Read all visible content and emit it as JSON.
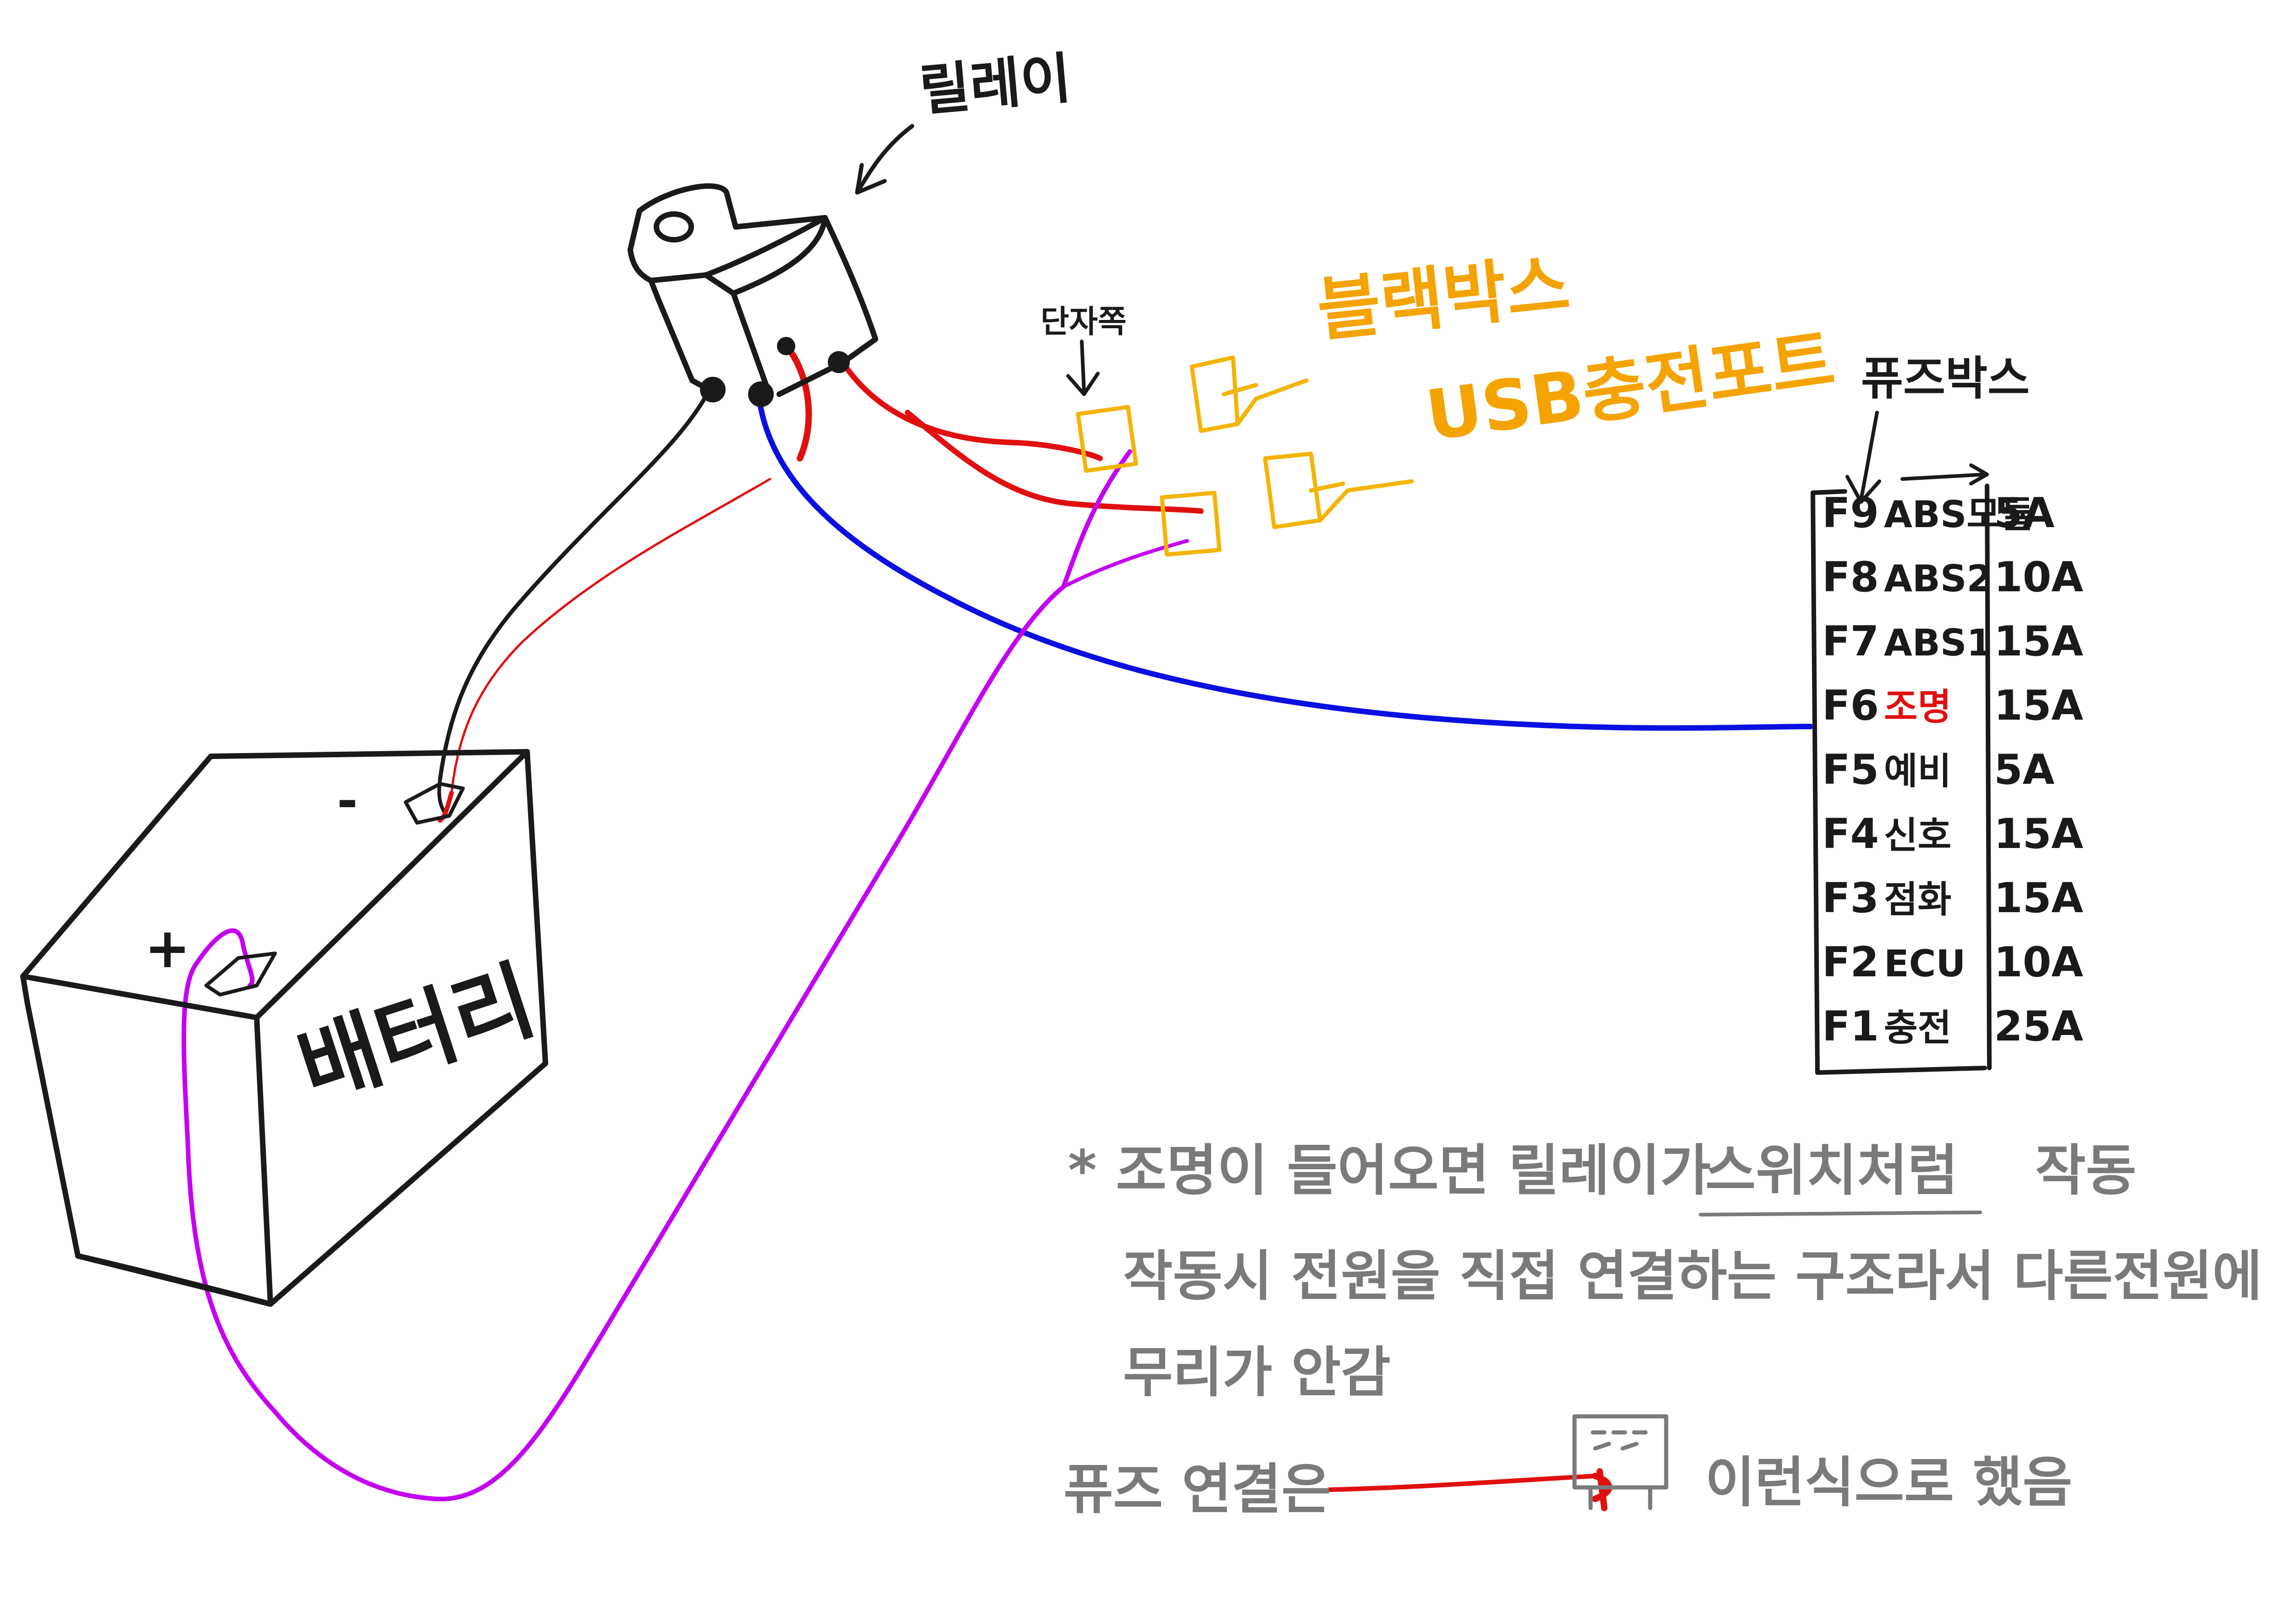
{
  "colors": {
    "wire_black": "#1a1a1a",
    "wire_red": "#e01010",
    "wire_blue": "#0a10e0",
    "wire_purple": "#c400f0",
    "label_orange": "#f4a300",
    "note_gray": "#7a7a7a",
    "box_yellow": "#f4b400"
  },
  "relay": {
    "label": "릴레이"
  },
  "terminal_side": {
    "label": "단자쪽"
  },
  "connectors": {
    "blackbox": {
      "label": "블랙박스"
    },
    "usb": {
      "label": "USB충전포트"
    }
  },
  "battery": {
    "label": "배터리",
    "plus": "+",
    "minus": "-"
  },
  "fusebox": {
    "label": "퓨즈박스",
    "rows": [
      {
        "id": "F9",
        "name": "ABS모듈",
        "amp": "5A",
        "highlight": false
      },
      {
        "id": "F8",
        "name": "ABS2",
        "amp": "10A",
        "highlight": false
      },
      {
        "id": "F7",
        "name": "ABS1",
        "amp": "15A",
        "highlight": false
      },
      {
        "id": "F6",
        "name": "조명",
        "amp": "15A",
        "highlight": true
      },
      {
        "id": "F5",
        "name": "예비",
        "amp": "5A",
        "highlight": false
      },
      {
        "id": "F4",
        "name": "신호",
        "amp": "15A",
        "highlight": false
      },
      {
        "id": "F3",
        "name": "점화",
        "amp": "15A",
        "highlight": false
      },
      {
        "id": "F2",
        "name": "ECU",
        "amp": "10A",
        "highlight": false
      },
      {
        "id": "F1",
        "name": "충전",
        "amp": "25A",
        "highlight": false
      }
    ]
  },
  "notes": {
    "line1_before": "* 조명이 들어오면 릴레이가",
    "line1_underlined": "스위치처럼",
    "line1_after": "작동",
    "line2": "작동시 전원을 직접 연결하는 구조라서 다른전원에",
    "line3": "무리가 안감",
    "line4_before": "퓨즈 연결은",
    "line4_after": "이런식으로 했음"
  }
}
